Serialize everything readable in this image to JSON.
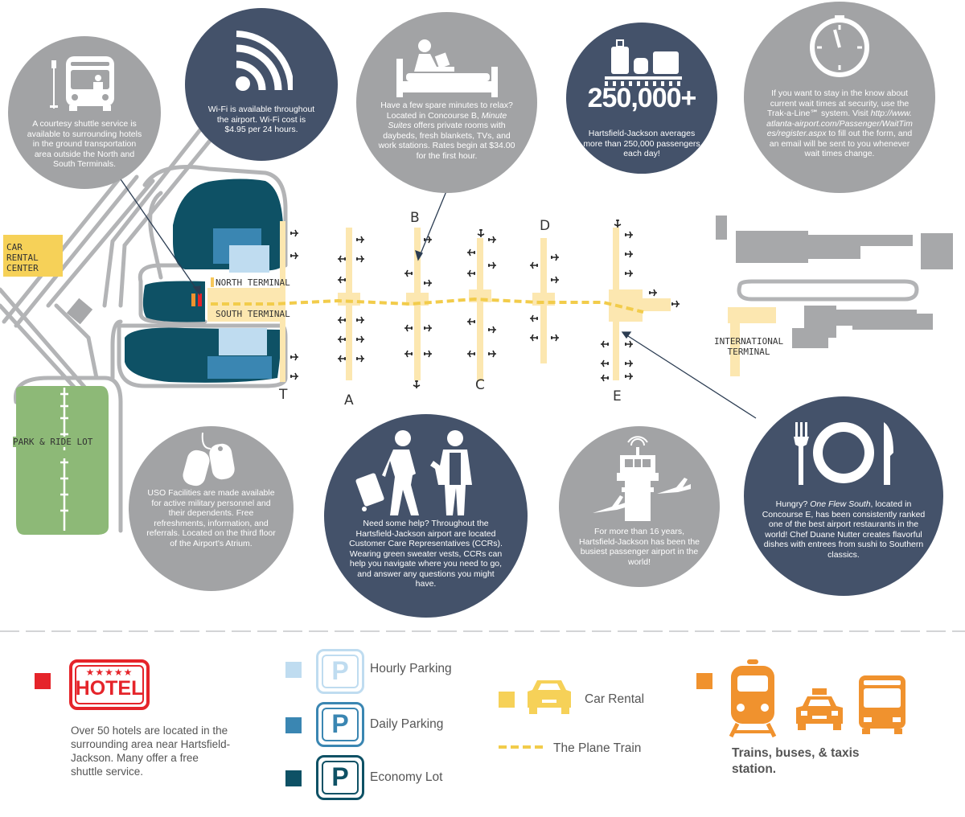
{
  "map": {
    "labels": {
      "car_rental": "Car\nRental\nCenter",
      "north_terminal": "North Terminal",
      "south_terminal": "South Terminal",
      "international": "International\nTerminal",
      "park_ride": "Park & Ride Lot"
    },
    "concourses": [
      "T",
      "A",
      "B",
      "C",
      "D",
      "E"
    ]
  },
  "bubbles": {
    "shuttle": {
      "icon": "shuttle-bus-icon",
      "text": "A courtesy shuttle service is available to surrounding hotels in the ground transportation area outside the North and South Terminals."
    },
    "wifi": {
      "icon": "wifi-icon",
      "text": "Wi-Fi is available throughout the airport.  Wi-Fi cost is $4.95 per 24 hours."
    },
    "minute_suites": {
      "icon": "bed-icon",
      "text_1": "Have a few spare minutes to relax? Located in Concourse B, ",
      "text_em": "Minute Suites",
      "text_2": " offers private rooms with daybeds, fresh blankets, TVs, and work stations.  Rates begin at $34.00 for the first hour."
    },
    "passengers": {
      "icon": "luggage-icon",
      "number": "250,000+",
      "text": "Hartsfield-Jackson averages more than 250,000 passengers each day!"
    },
    "wait_times": {
      "icon": "clock-icon",
      "text_1": "If you want to stay in the know about current wait times at security, use the Trak-a-Line℠ system.  Visit ",
      "text_em": "http://www.atlanta-airport.com/Passenger/WaitTimes/register.aspx",
      "text_2": " to fill out the form, and an email will be sent to you whenever wait times change."
    },
    "uso": {
      "icon": "dog-tags-icon",
      "text": "USO Facilities are made available for active military personnel and their dependents.  Free refreshments, information, and referrals. Located on the third floor of the Airport's Atrium."
    },
    "help": {
      "icon": "customer-care-icon",
      "text": "Need some help?  Throughout the Hartsfield-Jackson airport are located Customer Care Representatives (CCRs). Wearing green sweater vests, CCRs can help you navigate where you need to go, and answer any questions you might have."
    },
    "busiest": {
      "icon": "control-tower-icon",
      "text": "For more than 16 years, Hartsfield-Jackson has been the busiest passenger airport in the world!"
    },
    "dining": {
      "icon": "plate-fork-knife-icon",
      "text_1": "Hungry?  ",
      "text_em": "One Flew South",
      "text_2": ", located in Concourse E, has been consistently ranked one of the best airport restaurants in the world! Chef Duane Nutter creates flavorful dishes with entrees from sushi to Southern classics."
    }
  },
  "legend": {
    "hotel": {
      "sign": "HOTEL",
      "stars": "★★★★★",
      "note": "Over 50 hotels are located in the surrounding area near Hartsfield-Jackson. Many offer a free shuttle service."
    },
    "hourly": "Hourly Parking",
    "daily": "Daily Parking",
    "economy": "Economy Lot",
    "parking_letter": "P",
    "car_rental": "Car Rental",
    "plane_train": "The Plane Train",
    "transit": "Trains, buses, & taxis station."
  },
  "colors": {
    "gray_bubble": "#a2a3a5",
    "navy_bubble": "#44526a",
    "hotel_red": "#e5242a",
    "hourly": "#bfdcf0",
    "daily": "#3a86b2",
    "economy": "#0e5165",
    "car_rental": "#f6d158",
    "plane_train": "#f2cc4b",
    "transit": "#f0922e",
    "park_ride": "#8db977",
    "concourse": "#fce7b0",
    "building": "#a7a8aa"
  }
}
